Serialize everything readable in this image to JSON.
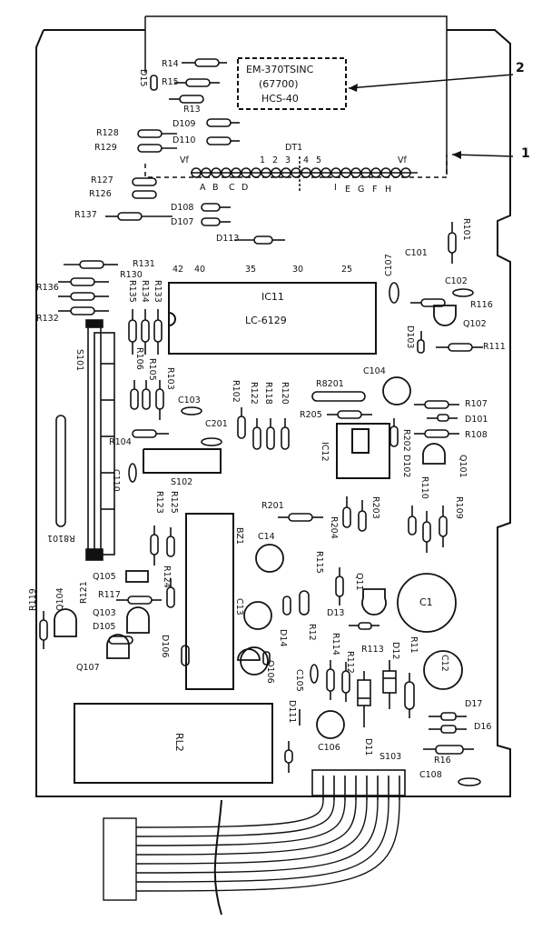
{
  "ic_box": {
    "line1": "EM-370TSINC",
    "line2": "(67700)",
    "line3": "HCS-40"
  },
  "callouts": {
    "c1": "1",
    "c2": "2"
  },
  "dt1": {
    "name": "DT1",
    "vf_left": "Vf",
    "vf_right": "Vf",
    "nums": [
      "1",
      "2",
      "3",
      "4",
      "5"
    ],
    "letters_left": [
      "A",
      "B",
      "C",
      "D"
    ],
    "letters_right": [
      "I",
      "E",
      "G",
      "F",
      "H"
    ]
  },
  "ic11": {
    "name": "IC11",
    "part": "LC-6129",
    "pins": [
      "42",
      "40",
      "35",
      "30",
      "25"
    ]
  },
  "labels": {
    "R14": "R14",
    "R15": "R15",
    "R13": "R13",
    "D15": "D15",
    "D109": "D109",
    "D110": "D110",
    "R128": "R128",
    "R129": "R129",
    "R127": "R127",
    "R126": "R126",
    "R137": "R137",
    "D108": "D108",
    "D107": "D107",
    "D113": "D113",
    "R131": "R131",
    "R130": "R130",
    "R136": "R136",
    "R135": "R135",
    "R134": "R134",
    "R133": "R133",
    "R132": "R132",
    "S101": "S101",
    "R106": "R106",
    "R105": "R105",
    "R103": "R103",
    "C103": "C103",
    "C201": "C201",
    "R104": "R104",
    "C110": "C110",
    "S102": "S102",
    "R102": "R102",
    "R122": "R122",
    "R118": "R118",
    "R120": "R120",
    "R8201": "R8201",
    "R205": "R205",
    "IC12": "IC12",
    "C104": "C104",
    "R107": "R107",
    "D101": "D101",
    "R108": "R108",
    "R202": "R202",
    "D102": "D102",
    "Q101": "Q101",
    "R110": "R110",
    "R109": "R109",
    "C107": "C107",
    "C101": "C101",
    "R101": "R101",
    "C102": "C102",
    "R116": "R116",
    "Q102": "Q102",
    "D103": "D103",
    "R111": "R111",
    "R8101": "R8101",
    "R123": "R123",
    "R125": "R125",
    "BZ1": "BZ1",
    "R201": "R201",
    "R203": "R203",
    "R204": "R204",
    "C14": "C14",
    "R115": "R115",
    "Q11": "Q11",
    "C1": "C1",
    "Q105": "Q105",
    "R124": "R124",
    "R117": "R117",
    "R119": "R119",
    "R121": "R121",
    "Q104": "Q104",
    "Q103": "Q103",
    "D105": "D105",
    "Q107": "Q107",
    "D106": "D106",
    "C13": "C13",
    "R12": "R12",
    "D13": "D13",
    "D14": "D14",
    "Q106": "Q106",
    "R114": "R114",
    "R113": "R113",
    "R11": "R11",
    "C12": "C12",
    "R112": "R112",
    "C105": "C105",
    "D12": "D12",
    "D111": "D111",
    "RL2": "RL2",
    "C106": "C106",
    "D11": "D11",
    "D17": "D17",
    "D16": "D16",
    "S103": "S103",
    "R16": "R16",
    "C108": "C108"
  }
}
